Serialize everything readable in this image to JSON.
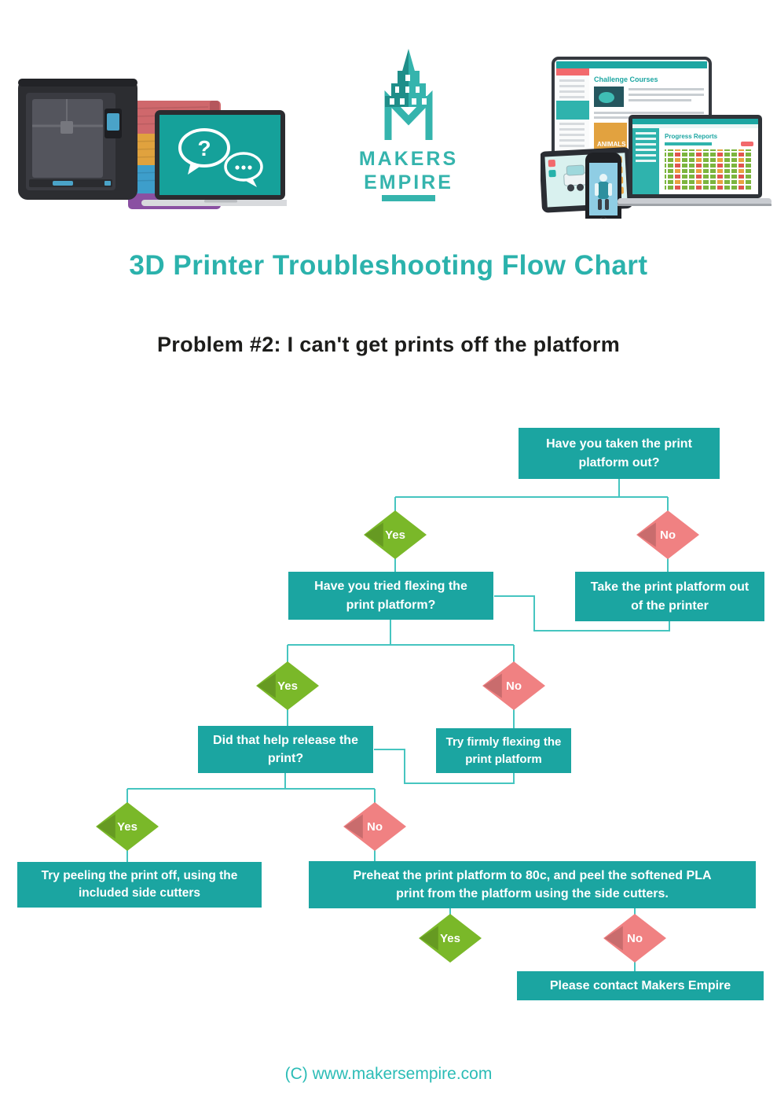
{
  "title": "3D Printer Troubleshooting Flow Chart",
  "subtitle": "Problem #2: I can't get prints off the platform",
  "footer": {
    "copyright": "(C) www.makersempire.com"
  },
  "header": {
    "logo": {
      "name1": "MAKERS",
      "name2": "EMPIRE"
    },
    "left_collage": {
      "bubble_question": "?",
      "bubble_dots": "..."
    },
    "right_collage": {
      "monitor_heading": "Challenge Courses",
      "laptop_heading": "Progress Reports"
    }
  },
  "flowchart": {
    "boxes": [
      {
        "id": "q-platform-out",
        "label": "Have you taken the print\nplatform out?"
      },
      {
        "id": "q-tried-flexing",
        "label": "Have you tried flexing the\nprint platform?"
      },
      {
        "id": "a-take-platform-out",
        "label": "Take the print platform out\nof the printer"
      },
      {
        "id": "q-did-that-help",
        "label": "Did that help release the\nprint?"
      },
      {
        "id": "a-firmly-flex",
        "label": "Try firmly flexing the\nprint platform"
      },
      {
        "id": "a-peel-side-cutters",
        "label": "Try peeling the print off, using the\nincluded side cutters"
      },
      {
        "id": "a-preheat-80c",
        "label": "Preheat the print platform to 80c, and peel the softened PLA\nprint from the platform using the side cutters."
      },
      {
        "id": "a-contact-makers",
        "label": "Please contact Makers Empire"
      }
    ],
    "decisions": [
      {
        "label": "Yes"
      },
      {
        "label": "No"
      },
      {
        "label": "Yes"
      },
      {
        "label": "No"
      },
      {
        "label": "Yes"
      },
      {
        "label": "No"
      },
      {
        "label": "Yes"
      },
      {
        "label": "No"
      }
    ]
  },
  "colors": {
    "box_teal": "#1BA5A1",
    "connector_teal": "#46C5C0",
    "yes_green": "#7AB829",
    "no_pink": "#F08182",
    "title_teal": "#2BB2AC",
    "footer_teal": "#2BBCB6",
    "subtitle_black": "#1D1D1B"
  }
}
